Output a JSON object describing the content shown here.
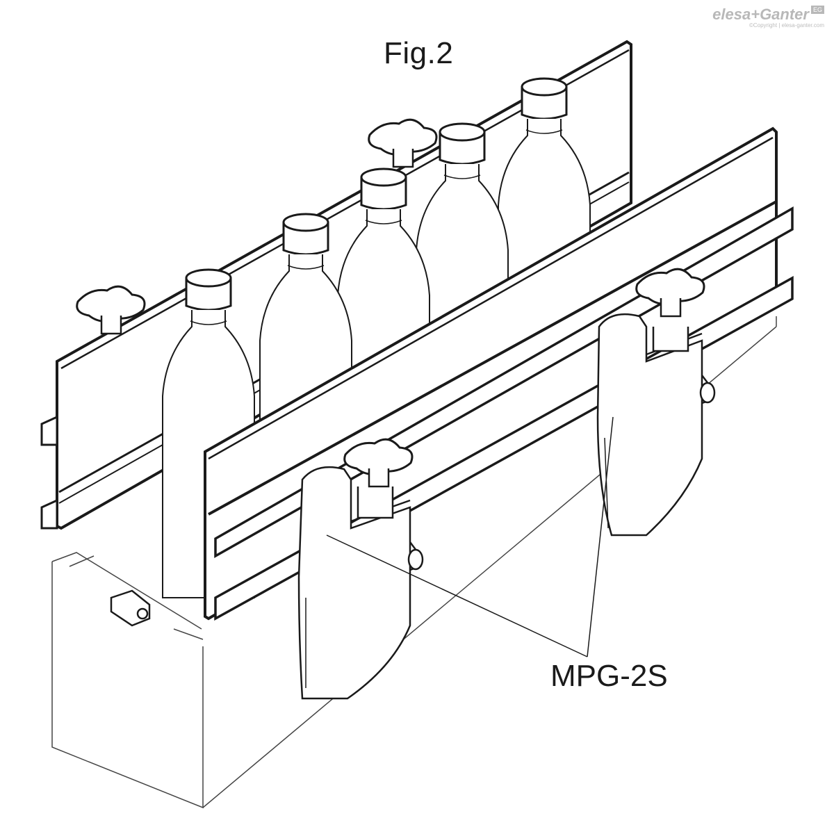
{
  "figure": {
    "title": "Fig.2",
    "part_label": "MPG-2S"
  },
  "logo": {
    "brand": "elesa+Ganter",
    "badge": "EG",
    "copyright": "©Copyright | elesa-ganter.com"
  },
  "drawing": {
    "bottle_count": 5,
    "knob_count": 4,
    "clamp_count": 2
  },
  "colors": {
    "line": "#1a1a1a",
    "fill": "#ffffff",
    "logo": "#b8b8b8"
  }
}
